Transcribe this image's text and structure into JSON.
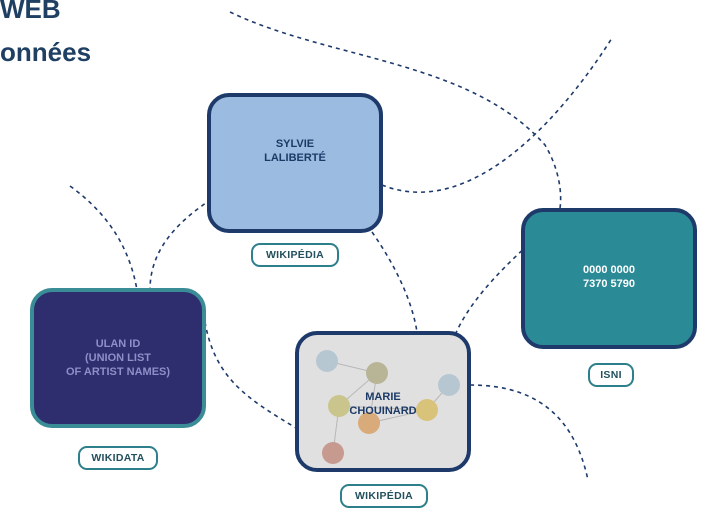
{
  "header": {
    "line1": "WEB",
    "line2": "onnées"
  },
  "nodes": {
    "sylvie": {
      "label": "SYLVIE\nLALIBERTÉ",
      "tag": "WIKIPÉDIA"
    },
    "isni": {
      "label": "0000 0000\n7370 5790",
      "tag": "ISNI"
    },
    "ulan": {
      "label": "ULAN ID\n(UNION LIST\nOF ARTIST NAMES)",
      "tag": "WIKIDATA"
    },
    "marie": {
      "label": "MARIE\nCHOUINARD",
      "tag": "WIKIPÉDIA"
    }
  },
  "colors": {
    "border_dark": "#1e3a6b",
    "sylvie_fill": "#9bbbe0",
    "isni_fill": "#2a8a96",
    "ulan_fill": "#2e2e6e",
    "ulan_border": "#3a8d96",
    "marie_fill": "#e0e0e0",
    "tag_border": "#2e7f8c",
    "line": "#1e3a6b"
  }
}
